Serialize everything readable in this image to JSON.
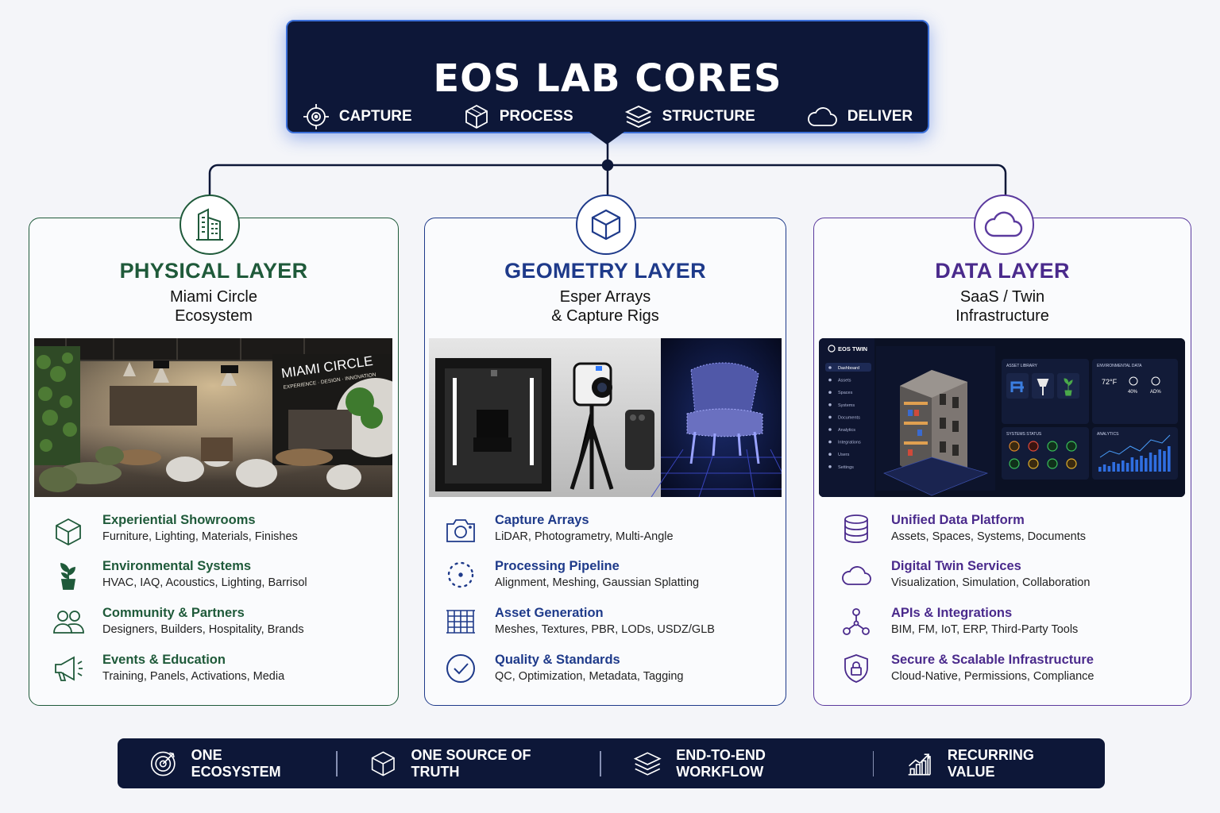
{
  "header": {
    "title": "EOS LAB CORES",
    "steps": [
      {
        "label": "CAPTURE",
        "icon": "target-icon"
      },
      {
        "label": "PROCESS",
        "icon": "cube-icon"
      },
      {
        "label": "STRUCTURE",
        "icon": "layers-icon"
      },
      {
        "label": "DELIVER",
        "icon": "cloud-icon"
      }
    ]
  },
  "layers": [
    {
      "title": "PHYSICAL LAYER",
      "subtitle1": "Miami Circle",
      "subtitle2": "Ecosystem",
      "color": "#1f5a3a",
      "icon": "building-icon",
      "image_sign": "MIAMI CIRCLE",
      "image_sign_sub": "EXPERIENCE · DESIGN · INNOVATION",
      "features": [
        {
          "title": "Experiential Showrooms",
          "desc": "Furniture, Lighting, Materials, Finishes",
          "icon": "box-icon"
        },
        {
          "title": "Environmental Systems",
          "desc": "HVAC, IAQ, Acoustics, Lighting, Barrisol",
          "icon": "plant-icon"
        },
        {
          "title": "Community & Partners",
          "desc": "Designers, Builders, Hospitality, Brands",
          "icon": "people-icon"
        },
        {
          "title": "Events & Education",
          "desc": "Training, Panels, Activations, Media",
          "icon": "megaphone-icon"
        }
      ]
    },
    {
      "title": "GEOMETRY LAYER",
      "subtitle1": "Esper Arrays",
      "subtitle2": "& Capture Rigs",
      "color": "#1e3a8a",
      "icon": "cube-icon",
      "features": [
        {
          "title": "Capture Arrays",
          "desc": "LiDAR, Photogrametry, Multi-Angle",
          "icon": "camera-icon"
        },
        {
          "title": "Processing Pipeline",
          "desc": "Alignment, Meshing, Gaussian Splatting",
          "icon": "dotted-circle-icon"
        },
        {
          "title": "Asset Generation",
          "desc": "Meshes, Textures, PBR, LODs, USDZ/GLB",
          "icon": "grid-icon"
        },
        {
          "title": "Quality & Standards",
          "desc": "QC, Optimization, Metadata, Tagging",
          "icon": "check-circle-icon"
        }
      ]
    },
    {
      "title": "DATA LAYER",
      "subtitle1": "SaaS / Twin",
      "subtitle2": "Infrastructure",
      "color": "#4a2a8c",
      "icon": "cloud-icon",
      "dashboard": {
        "brand": "EOS TWIN",
        "nav": [
          "Dashboard",
          "Assets",
          "Spaces",
          "Systems",
          "Documents",
          "Analytics",
          "Integrations",
          "Users",
          "Settings"
        ],
        "panels": {
          "asset": "ASSET LIBRARY",
          "env": "ENVIRONMENTAL DATA",
          "systems": "SYSTEMS STATUS",
          "analytics": "ANALYTICS"
        },
        "env_values": [
          "72°F",
          "40%",
          "AD%"
        ]
      },
      "features": [
        {
          "title": "Unified Data Platform",
          "desc": "Assets, Spaces, Systems, Documents",
          "icon": "database-icon"
        },
        {
          "title": "Digital Twin Services",
          "desc": "Visualization, Simulation, Collaboration",
          "icon": "cloud-outline-icon"
        },
        {
          "title": "APIs & Integrations",
          "desc": "BIM, FM, IoT, ERP, Third-Party Tools",
          "icon": "network-icon"
        },
        {
          "title": "Secure & Scalable Infrastructure",
          "desc": "Cloud-Native, Permissions, Compliance",
          "icon": "shield-lock-icon"
        }
      ]
    }
  ],
  "footer": [
    {
      "label": "ONE ECOSYSTEM",
      "icon": "target-icon"
    },
    {
      "label": "ONE SOURCE OF TRUTH",
      "icon": "cube-icon"
    },
    {
      "label": "END-TO-END WORKFLOW",
      "icon": "layers-icon"
    },
    {
      "label": "RECURRING VALUE",
      "icon": "growth-chart-icon"
    }
  ]
}
